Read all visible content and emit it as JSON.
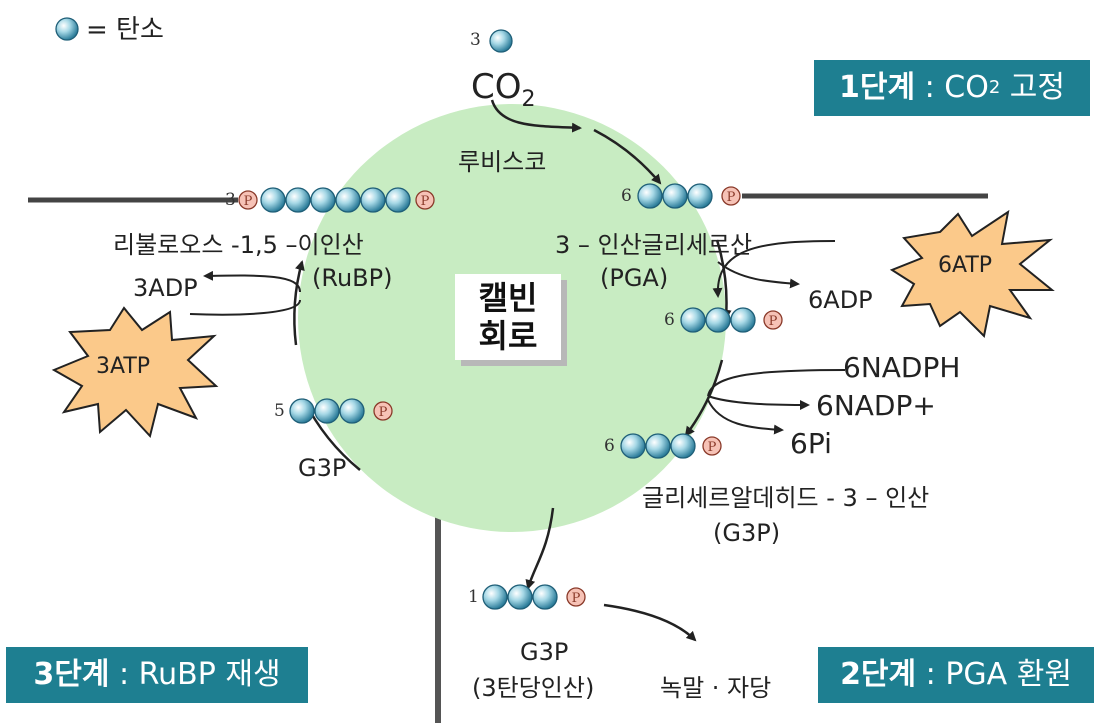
{
  "legend": {
    "label": "= 탄소"
  },
  "stages": {
    "stage1": {
      "prefix": "1단계",
      "colon": " : ",
      "text": "CO",
      "sub": "2",
      "suffix": " 고정"
    },
    "stage2": {
      "prefix": "2단계",
      "colon": " : ",
      "text": "PGA 환원"
    },
    "stage3": {
      "prefix": "3단계",
      "colon": " : ",
      "text": "RuBP 재생"
    }
  },
  "center": {
    "line1": "캘빈",
    "line2": "회로"
  },
  "co2": {
    "count": "3",
    "formula": "CO",
    "sub": "2"
  },
  "rubisco": "루비스코",
  "ribulose": {
    "count": "3",
    "name": "리불로오스 -1,5 –이인산",
    "abbr": "(RuBP)"
  },
  "pga": {
    "count": "6",
    "name": "3 – 인산글리세르산",
    "abbr": "(PGA)"
  },
  "pga_p": {
    "count": "6"
  },
  "g3p_six": {
    "count": "6",
    "name": "글리세르알데히드 - 3 – 인산",
    "abbr": "(G3P)"
  },
  "g3p_five": {
    "count": "5",
    "name": "G3P"
  },
  "g3p_out": {
    "count": "1",
    "name": "G3P",
    "abbr": "(3탄당인산)"
  },
  "products": "녹말 · 자당",
  "atp_left": {
    "star": "3ATP",
    "adp": "3ADP"
  },
  "atp_right": {
    "star": "6ATP",
    "adp": "6ADP"
  },
  "nadph": {
    "in": "6NADPH",
    "out": "6NADP+",
    "pi": "6Pi"
  },
  "phosphate_symbol": "P",
  "colors": {
    "cycle_fill": "#c8ecc2",
    "badge": "#1e7f91",
    "star": "#fbc98a",
    "carbon": "#6fb6cc"
  }
}
